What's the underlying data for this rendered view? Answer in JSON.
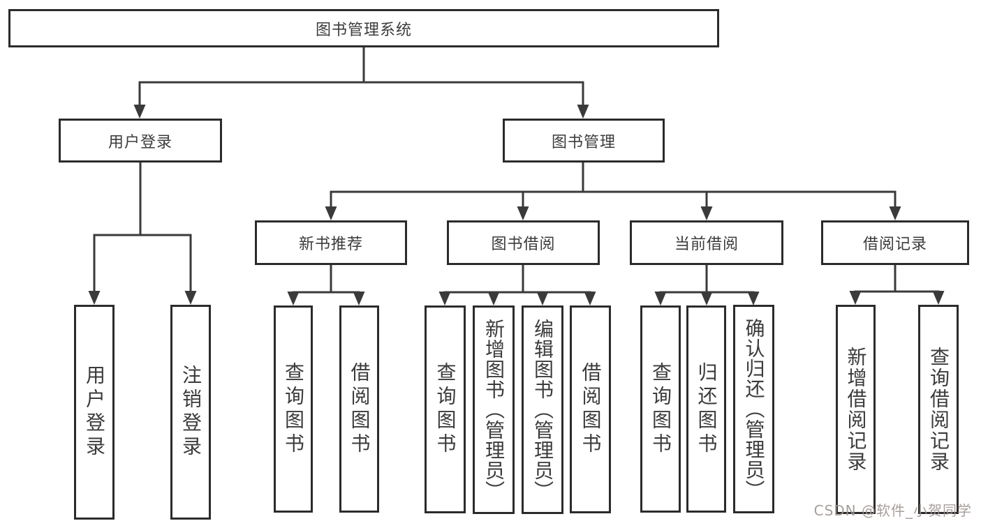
{
  "diagram_title": "图书管理系统",
  "tree": {
    "label": "图书管理系统",
    "children": [
      {
        "label": "用户登录",
        "children": [
          {
            "label": "用户登录"
          },
          {
            "label": "注销登录"
          }
        ]
      },
      {
        "label": "图书管理",
        "children": [
          {
            "label": "新书推荐",
            "children": [
              {
                "label": "查询图书"
              },
              {
                "label": "借阅图书"
              }
            ]
          },
          {
            "label": "图书借阅",
            "children": [
              {
                "label": "查询图书"
              },
              {
                "label": "新增图书（管理员）"
              },
              {
                "label": "编辑图书（管理员）"
              },
              {
                "label": "借阅图书"
              }
            ]
          },
          {
            "label": "当前借阅",
            "children": [
              {
                "label": "查询图书"
              },
              {
                "label": "归还图书"
              },
              {
                "label": "确认归还（管理员）"
              }
            ]
          },
          {
            "label": "借阅记录",
            "children": [
              {
                "label": "新增借阅记录"
              },
              {
                "label": "查询借阅记录"
              }
            ]
          }
        ]
      }
    ]
  },
  "watermark": {
    "text": "CSDN @软件_小贺同学"
  },
  "colors": {
    "box_border": "#2b2b2b",
    "connector_line": "#3a3a3a",
    "node_text": "#3b3b3b",
    "watermark_text": "#a09692",
    "background": "#ffffff"
  }
}
